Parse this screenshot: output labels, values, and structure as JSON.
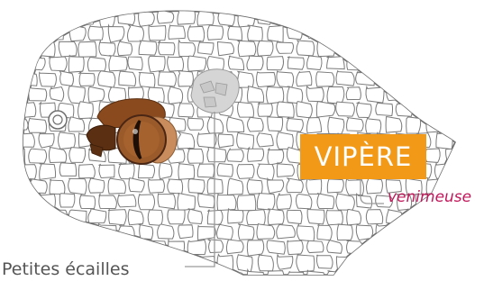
{
  "labels": {
    "title": "VIPÈRE",
    "subtitle": "venimeuse",
    "scales": "Petites écailles"
  },
  "colors": {
    "title_box": "#f29a17",
    "subtitle": "#c2185b",
    "line": "#9a9a9a",
    "outline": "#6e6e6e",
    "scale_fill": "#ffffff",
    "highlight_patch": "#d5d5d5",
    "eye_brown": "#8a4a1e",
    "eye_tan": "#c98c5c",
    "eye_dark": "#4a2614"
  }
}
